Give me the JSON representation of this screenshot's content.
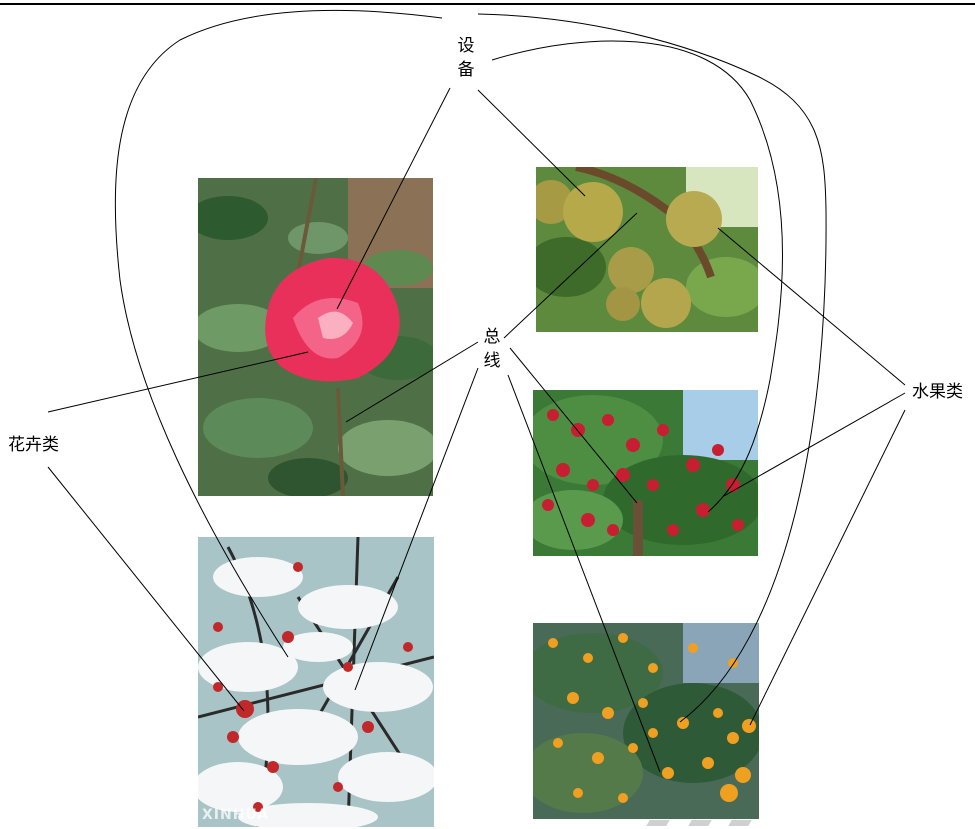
{
  "labels": {
    "device": "设备",
    "bus": "总线",
    "flowers": "花卉类",
    "fruits": "水果类"
  },
  "photos": {
    "rose": {
      "icon": "rose-photo"
    },
    "pear": {
      "icon": "pear-photo"
    },
    "plum": {
      "icon": "plum-blossom-photo",
      "watermark": "XINHUA"
    },
    "apple": {
      "icon": "apple-tree-photo"
    },
    "orange": {
      "icon": "orange-tree-photo"
    }
  },
  "colors": {
    "rose": "#e8305a",
    "leaf": "#3f6b3a",
    "pear": "#b5a94a",
    "apple": "#c81e32",
    "orange": "#f0a020",
    "snow": "#f4f6f8",
    "blossom": "#c0282a"
  }
}
